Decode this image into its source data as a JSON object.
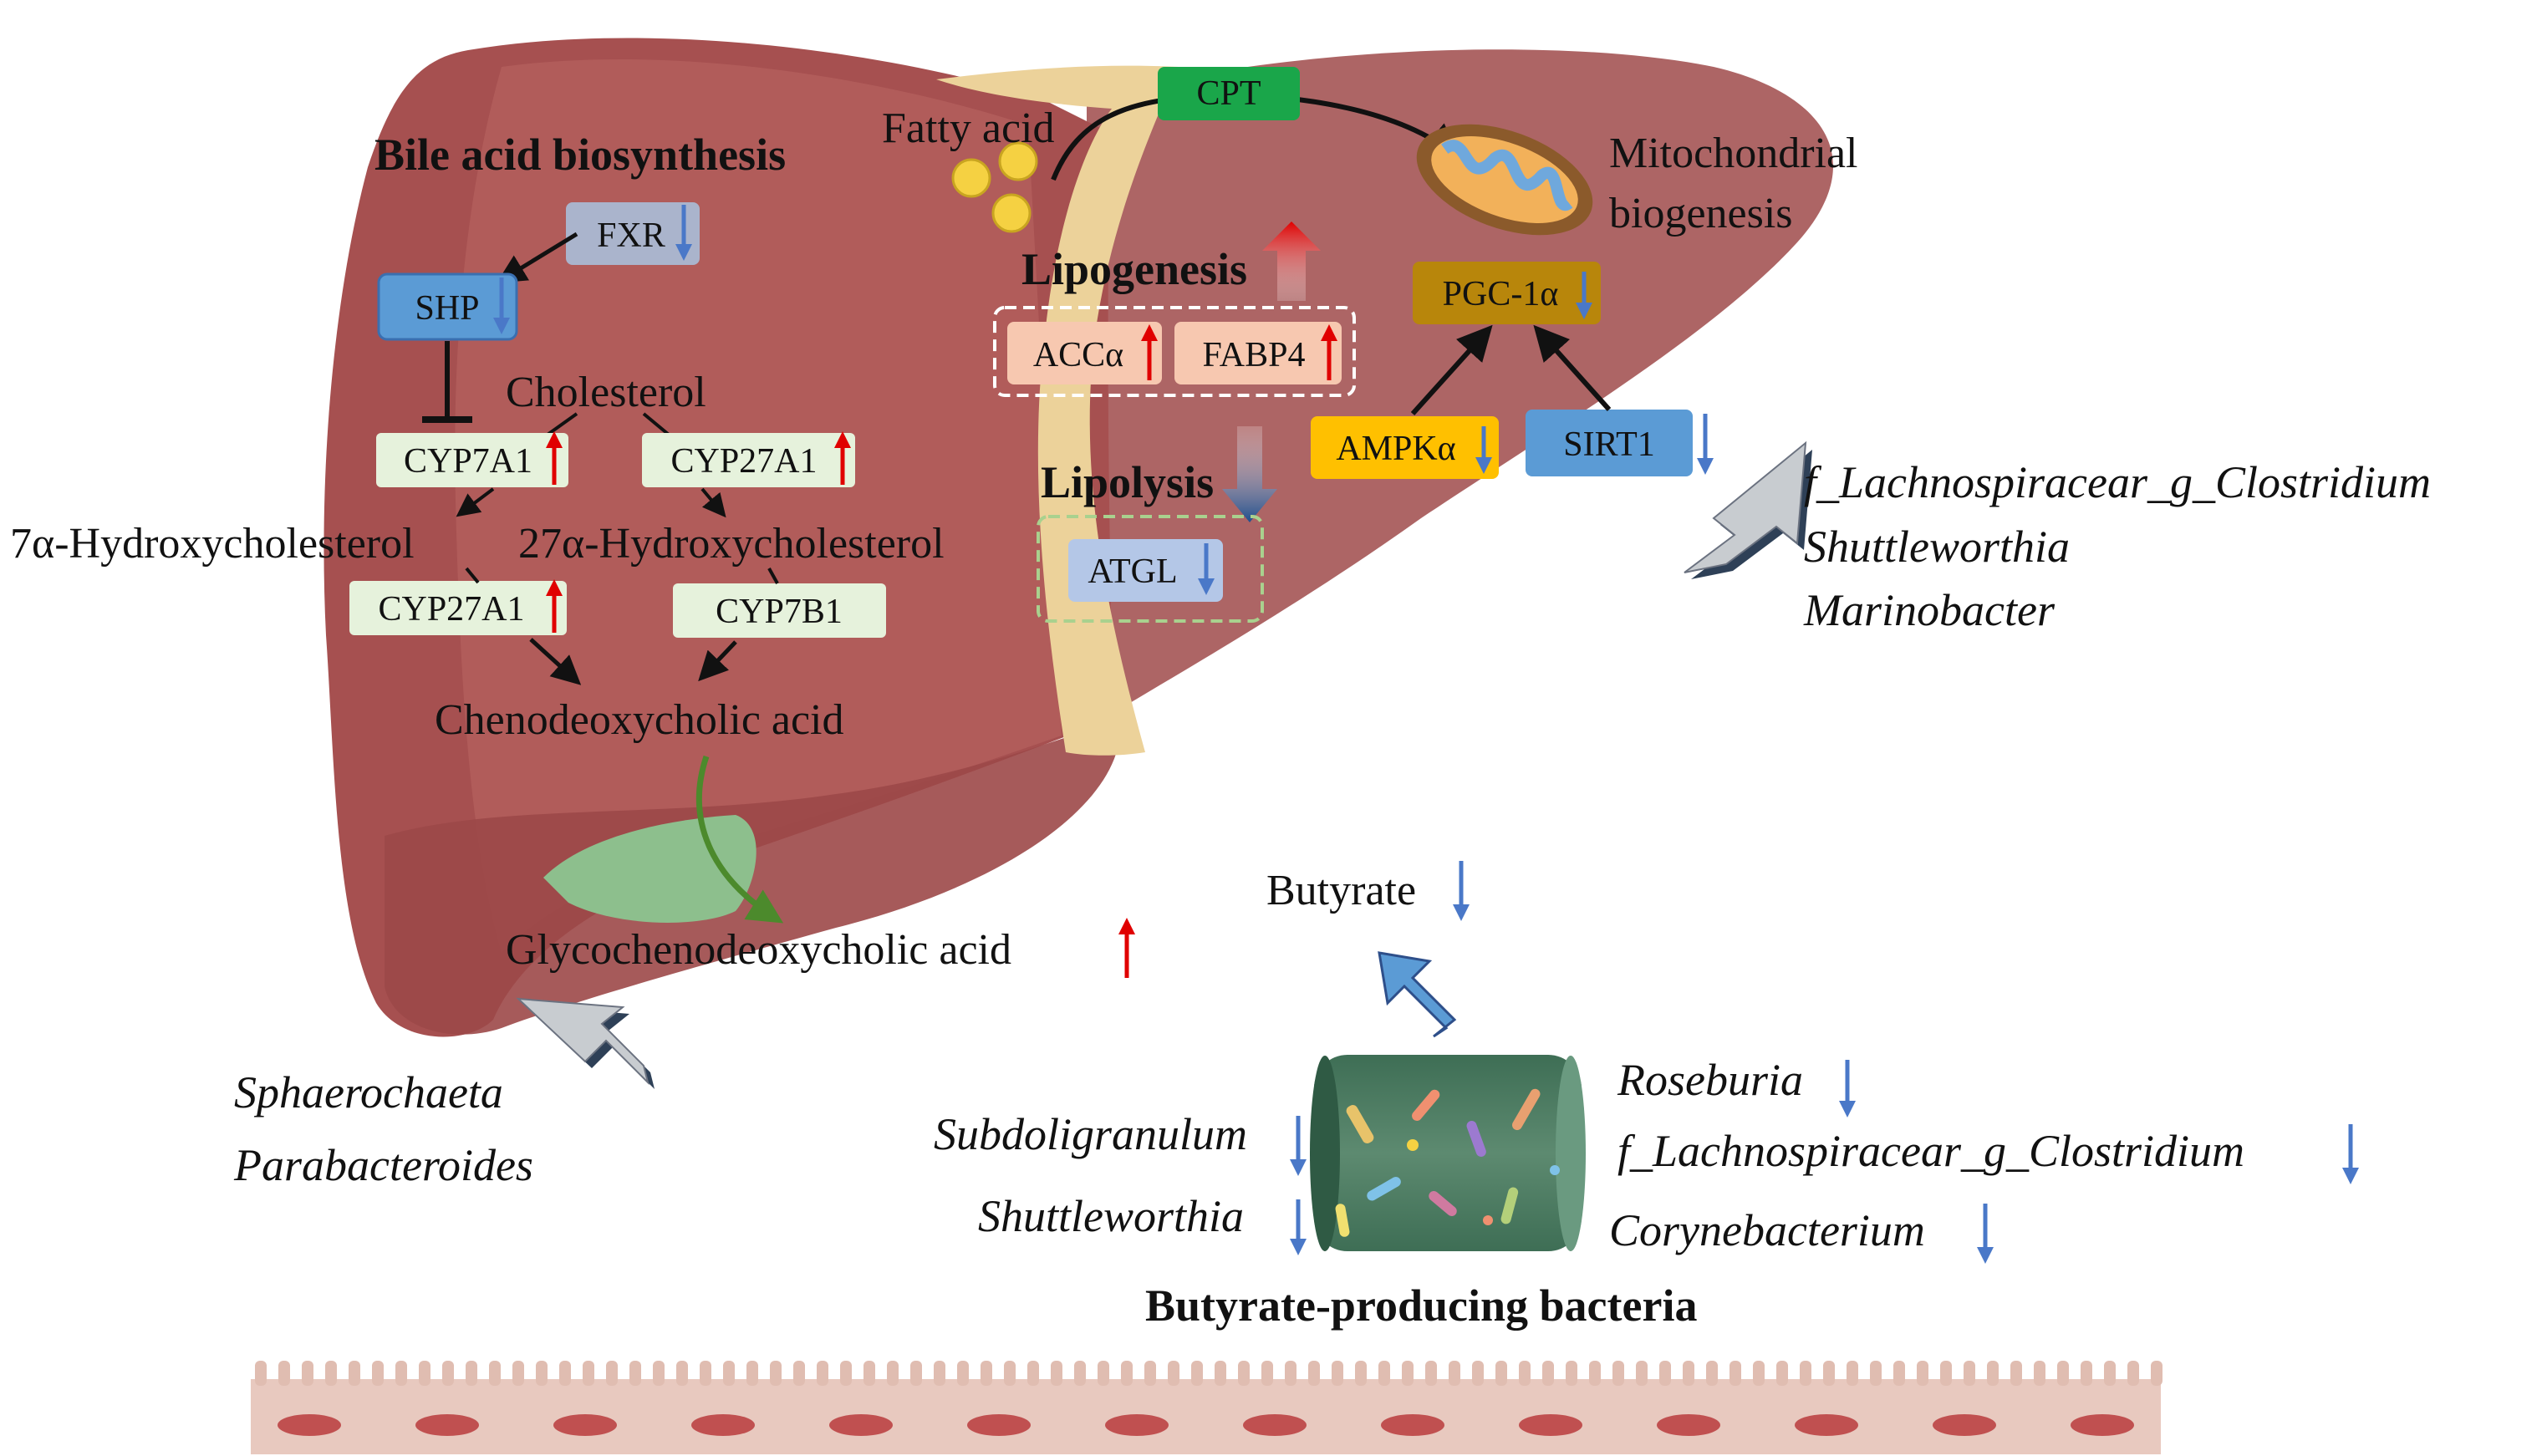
{
  "colors": {
    "liver_dark": "#a65050",
    "liver_light": "#b35e5c",
    "liver_right": "#ad6565",
    "band": "#ecd29a",
    "cyp_box": "#e6f2dc",
    "lipo_box": "#f7c8b0",
    "blue_box": "#5b9bd5",
    "gold_box": "#ffc000",
    "olive_box": "#b8860b",
    "green_box": "#1aa64a",
    "up_arrow": "#e00000",
    "down_arrow": "#4a78c8",
    "gut_wall": "#e8c9bf",
    "gut_cell": "#c05050"
  },
  "icons": {
    "mitochondria": "mitochondria-icon",
    "intestine": "intestine-icon",
    "bacteria_tube": "bacteria-tube-icon",
    "up": "up-arrow-icon",
    "down": "down-arrow-icon",
    "fat_droplet": "fat-droplet-icon"
  },
  "bile": {
    "title": "Bile acid biosynthesis",
    "fxr": "FXR",
    "shp": "SHP",
    "cholesterol": "Cholesterol",
    "cyp7a1": "CYP7A1",
    "cyp27a1_top": "CYP27A1",
    "hydroxy7": "7α-Hydroxycholesterol",
    "hydroxy27": "27α-Hydroxycholesterol",
    "cyp27a1_bottom": "CYP27A1",
    "cyp7b1": "CYP7B1",
    "cdca": "Chenodeoxycholic acid",
    "gcdca": "Glycochenodeoxycholic acid"
  },
  "lipid": {
    "fatty_acid": "Fatty acid",
    "cpt": "CPT",
    "lipogenesis": "Lipogenesis",
    "acc": "ACCα",
    "fabp4": "FABP4",
    "lipolysis": "Lipolysis",
    "atgl": "ATGL"
  },
  "mito": {
    "label_line1": "Mitochondrial",
    "label_line2": "biogenesis",
    "pgc": "PGC-1α",
    "ampk": "AMPKα",
    "sirt1": "SIRT1"
  },
  "bacteria_right": [
    "f_Lachnospiracear_g_Clostridium",
    "Shuttleworthia",
    "Marinobacter"
  ],
  "bacteria_left": [
    "Sphaerochaeta",
    "Parabacteroides"
  ],
  "butyrate": {
    "label": "Butyrate",
    "caption": "Butyrate-producing bacteria",
    "left": [
      "Subdoligranulum",
      "Shuttleworthia"
    ],
    "right": [
      "Roseburia",
      "f_Lachnospiracear_g_Clostridium",
      "Corynebacterium"
    ]
  }
}
